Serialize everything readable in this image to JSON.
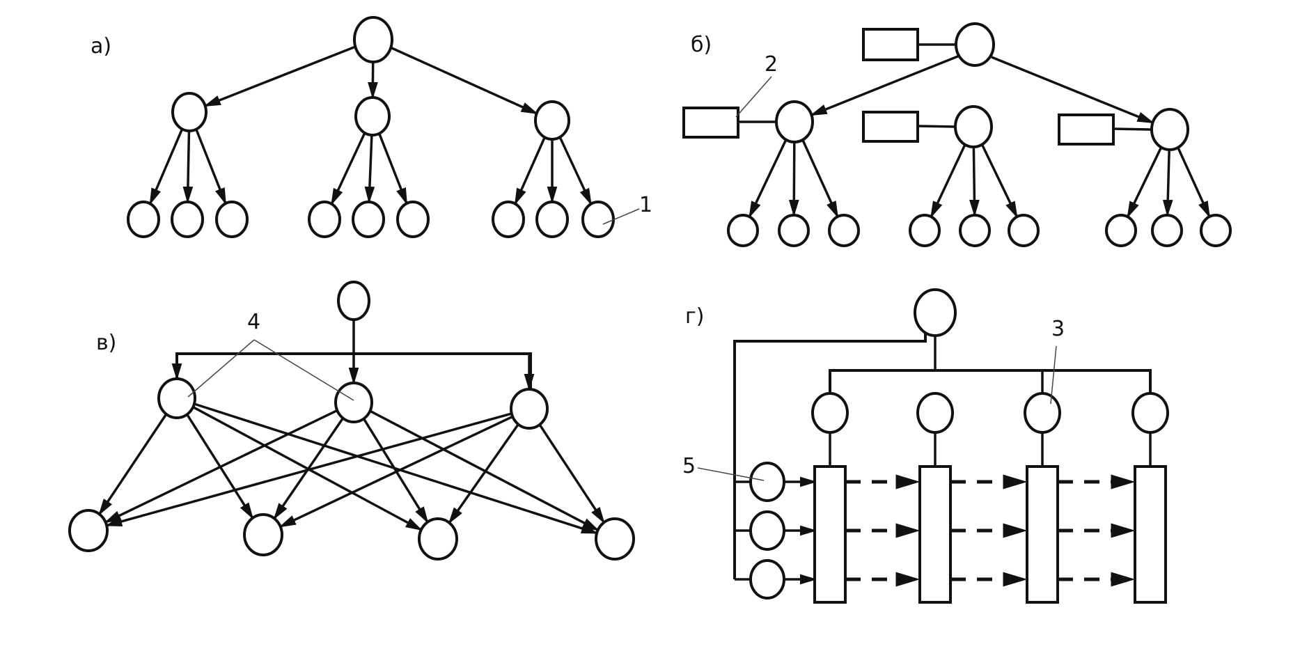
{
  "figure": {
    "panels": [
      {
        "id": "a",
        "label": "а)",
        "structure": "tree-hierarchy"
      },
      {
        "id": "b",
        "label": "б)",
        "structure": "tree-with-modules"
      },
      {
        "id": "c",
        "label": "в)",
        "structure": "multi-level-full-mesh"
      },
      {
        "id": "d",
        "label": "г)",
        "structure": "bus-with-modules"
      }
    ],
    "callouts": [
      {
        "id": "1",
        "text": "1"
      },
      {
        "id": "2",
        "text": "2"
      },
      {
        "id": "3",
        "text": "3"
      },
      {
        "id": "4",
        "text": "4"
      },
      {
        "id": "5",
        "text": "5"
      }
    ]
  },
  "colors": {
    "ink": "#111111",
    "leader": "#444444",
    "background": "#ffffff"
  }
}
